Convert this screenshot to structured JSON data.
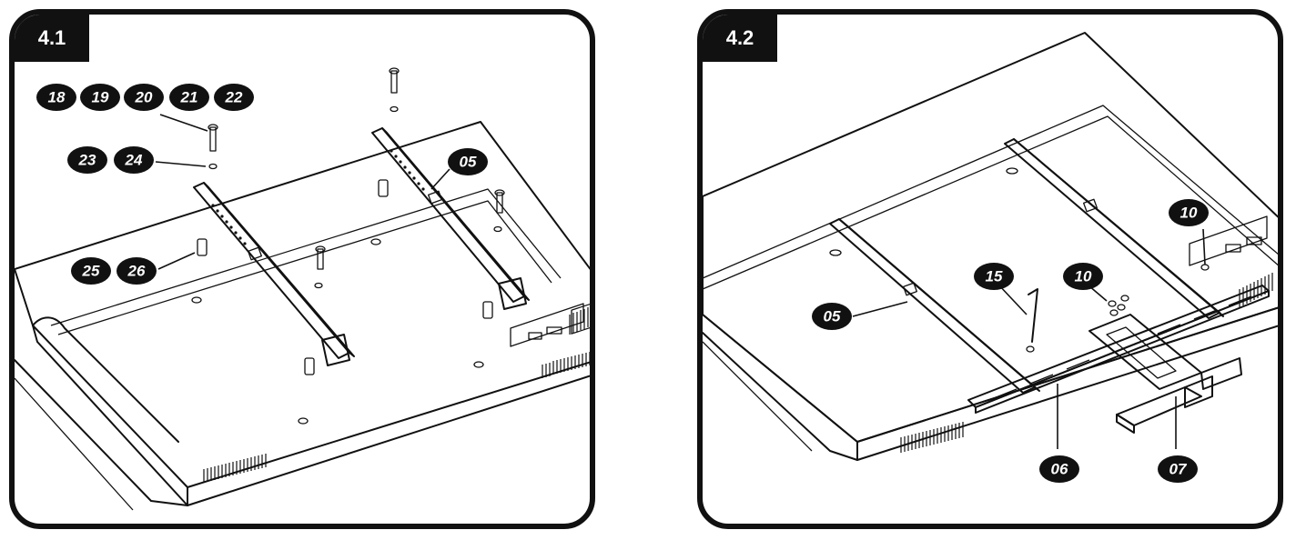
{
  "panels": [
    {
      "step": "4.1",
      "labels": [
        "18",
        "19",
        "20",
        "21",
        "22",
        "23",
        "24",
        "25",
        "26",
        "05"
      ]
    },
    {
      "step": "4.2",
      "labels": [
        "10",
        "15",
        "10",
        "05",
        "06",
        "07"
      ]
    }
  ],
  "colors": {
    "ink": "#111111",
    "paper": "#ffffff"
  }
}
